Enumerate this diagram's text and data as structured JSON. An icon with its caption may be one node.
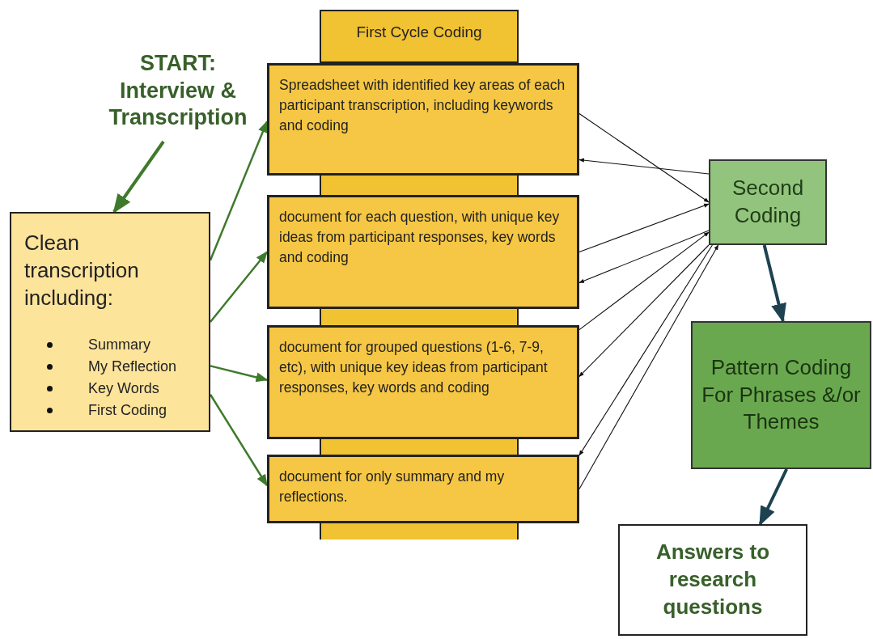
{
  "diagram": {
    "nodes": [
      {
        "text": [
          "START: Interview & Transcription"
        ]
      },
      {
        "text": [
          "Clean transcription including:",
          "Summary",
          "My Reflection",
          "Key Words",
          "First Coding"
        ]
      },
      {
        "text": [
          "First Cycle Coding"
        ]
      },
      {
        "text": [
          "Spreadsheet with identified key areas of each participant transcription, including keywords and coding"
        ]
      },
      {
        "text": [
          "document for each question, with unique key ideas from participant responses, key words and coding"
        ]
      },
      {
        "text": [
          "document for grouped questions (1-6, 7-9, etc), with unique key ideas from participant responses, key words and coding"
        ]
      },
      {
        "text": [
          "document for only summary and my reflections."
        ]
      },
      {
        "text": [
          "Second Coding"
        ]
      },
      {
        "text": [
          "Pattern Coding For Phrases &/or Themes"
        ]
      },
      {
        "text": [
          "Answers to research questions"
        ]
      }
    ],
    "edges": [
      {
        "from": 0,
        "to": 1,
        "arrow": "to",
        "style": "thick",
        "color": "#3f7a2c"
      },
      {
        "from": 1,
        "to": 3,
        "arrow": "to",
        "color": "#3f7a2c"
      },
      {
        "from": 1,
        "to": 4,
        "arrow": "to",
        "color": "#3f7a2c"
      },
      {
        "from": 1,
        "to": 5,
        "arrow": "to",
        "color": "#3f7a2c"
      },
      {
        "from": 1,
        "to": 6,
        "arrow": "to",
        "color": "#3f7a2c"
      },
      {
        "from": 3,
        "to": 7,
        "arrow": "to"
      },
      {
        "from": 7,
        "to": 3,
        "arrow": "to"
      },
      {
        "from": 4,
        "to": 7,
        "arrow": "to"
      },
      {
        "from": 7,
        "to": 4,
        "arrow": "to"
      },
      {
        "from": 5,
        "to": 7,
        "arrow": "to"
      },
      {
        "from": 7,
        "to": 5,
        "arrow": "to"
      },
      {
        "from": 6,
        "to": 7,
        "arrow": "to"
      },
      {
        "from": 7,
        "to": 6,
        "arrow": "to"
      },
      {
        "from": 7,
        "to": 8,
        "arrow": "to",
        "style": "thick",
        "color": "#1d4250"
      },
      {
        "from": 8,
        "to": 9,
        "arrow": "to",
        "style": "thick",
        "color": "#1d4250"
      }
    ]
  }
}
